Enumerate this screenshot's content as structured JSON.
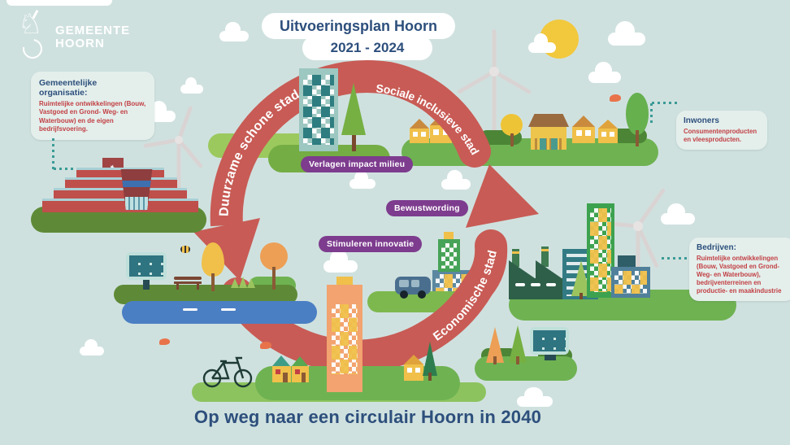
{
  "logo": {
    "line1": "GEMEENTE",
    "line2": "HOORN"
  },
  "header": {
    "title_line1": "Uitvoeringsplan Hoorn",
    "title_line2": "2021 - 2024"
  },
  "cycle": {
    "segments": [
      {
        "label": "Duurzame schone stad"
      },
      {
        "label": "Sociale inclusieve stad"
      },
      {
        "label": "Economische stad"
      }
    ],
    "actions": [
      "Verlagen impact milieu",
      "Bewustwording",
      "Stimuleren innovatie"
    ]
  },
  "callouts": {
    "gemeentelijke": {
      "title": "Gemeentelijke organisatie:",
      "body": "Ruimtelijke ontwikkelingen (Bouw, Vastgoed en Grond- Weg- en Waterbouw) en de eigen bedrijfsvoering."
    },
    "inwoners": {
      "title": "Inwoners",
      "body": "Consumentenproducten en vleesproducten."
    },
    "bedrijven": {
      "title": "Bedrijven:",
      "body": "Ruimtelijke ontwikkelingen (Bouw, Vastgoed en Grond- Weg- en Waterbouw), bedrijventerreinen en productie- en maakindustrie"
    }
  },
  "footer": {
    "tagline": "Op weg naar een circulair Hoorn in 2040"
  },
  "colors": {
    "background": "#cfe1df",
    "arrow_red": "#c85b55",
    "action_purple": "#7d3c8e",
    "heading_blue": "#2d4f7c",
    "body_red": "#c24044",
    "callout_bg": "#e4efec",
    "dots_teal": "#3b9b96",
    "hill_dark": "#5e8a37",
    "hill_mid": "#6fb252",
    "hill_light": "#8dc35f",
    "sun_yellow": "#f2c83d"
  }
}
